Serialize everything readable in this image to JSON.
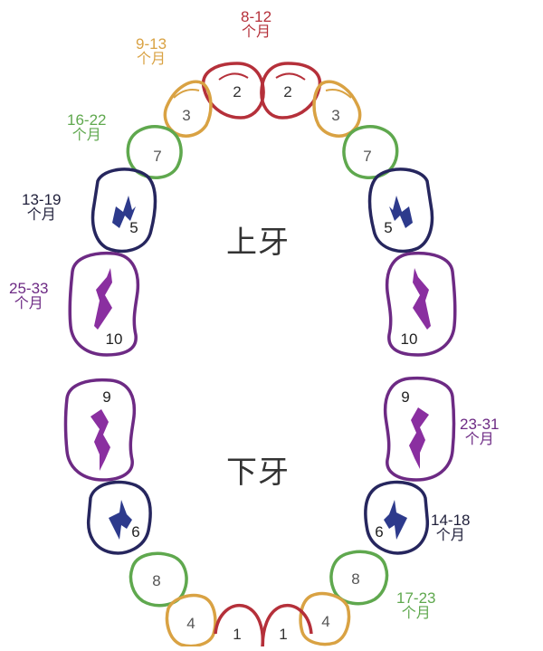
{
  "jaw_labels": {
    "upper": "上牙",
    "lower": "下牙"
  },
  "colors": {
    "c2": "#b5303a",
    "c3": "#d9a243",
    "c7": "#5fa84e",
    "c5": "#26265e",
    "c10": "#6d2a84",
    "mark5": "#2d3a8c",
    "mark10": "#8a2fa0",
    "c9": "#6d2a84",
    "c6": "#26265e",
    "c8": "#5fa84e",
    "c4": "#d9a243",
    "c1": "#b5303a"
  },
  "eruption_labels": [
    {
      "id": "upper-central",
      "range": "8-12",
      "unit": "个月",
      "color": "#b5303a"
    },
    {
      "id": "upper-lateral",
      "range": "9-13",
      "unit": "个月",
      "color": "#d9a243"
    },
    {
      "id": "upper-canine",
      "range": "16-22",
      "unit": "个月",
      "color": "#5fa84e"
    },
    {
      "id": "upper-first-molar",
      "range": "13-19",
      "unit": "个月",
      "color": "#1f1f3a"
    },
    {
      "id": "upper-second-molar",
      "range": "25-33",
      "unit": "个月",
      "color": "#6d2a84"
    },
    {
      "id": "lower-second-molar",
      "range": "23-31",
      "unit": "个月",
      "color": "#6d2a84"
    },
    {
      "id": "lower-first-molar",
      "range": "14-18",
      "unit": "个月",
      "color": "#1f1f3a"
    },
    {
      "id": "lower-canine",
      "range": "17-23",
      "unit": "个月",
      "color": "#5fa84e"
    }
  ],
  "tooth_numbers": {
    "upper_central": "2",
    "upper_lateral": "3",
    "upper_canine": "7",
    "upper_first_molar": "5",
    "upper_second_molar": "10",
    "lower_second_molar": "9",
    "lower_first_molar": "6",
    "lower_canine": "8",
    "lower_lateral": "4",
    "lower_central": "1"
  }
}
